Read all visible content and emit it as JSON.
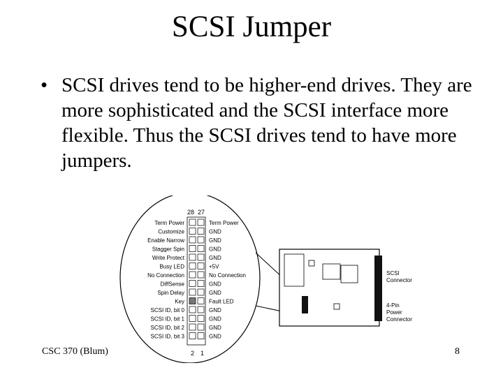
{
  "slide": {
    "title": "SCSI Jumper",
    "bullet_marker": "•",
    "bullet": "SCSI drives tend to be higher-end drives. They are more sophisticated and the SCSI interface more flexible.  Thus the SCSI drives tend to have more jumpers.",
    "footer_left": "CSC 370 (Blum)",
    "page_number": "8"
  },
  "diagram": {
    "top_pin_numbers": [
      "28",
      "27"
    ],
    "bottom_pin_numbers": [
      "2",
      "1"
    ],
    "left_labels": [
      "Term Power",
      "Customize",
      "Enable Narrow",
      "Stagger Spin",
      "Write Protect",
      "Busy LED",
      "No Connection",
      "DiffSense",
      "Spin Delay",
      "Key",
      "SCSI ID, bit 0",
      "SCSI ID, bit 1",
      "SCSI ID, bit 2",
      "SCSI ID, bit 3"
    ],
    "right_labels": [
      "Term Power",
      "GND",
      "GND",
      "GND",
      "GND",
      "+5V",
      "No Connection",
      "GND",
      "GND",
      "Fault LED",
      "GND",
      "GND",
      "GND",
      "GND"
    ],
    "key_row_index": 9,
    "scsi_connector_label": [
      "SCSI",
      "Connector"
    ],
    "power_connector_label": [
      "4-Pin",
      "Power",
      "Connector"
    ]
  }
}
